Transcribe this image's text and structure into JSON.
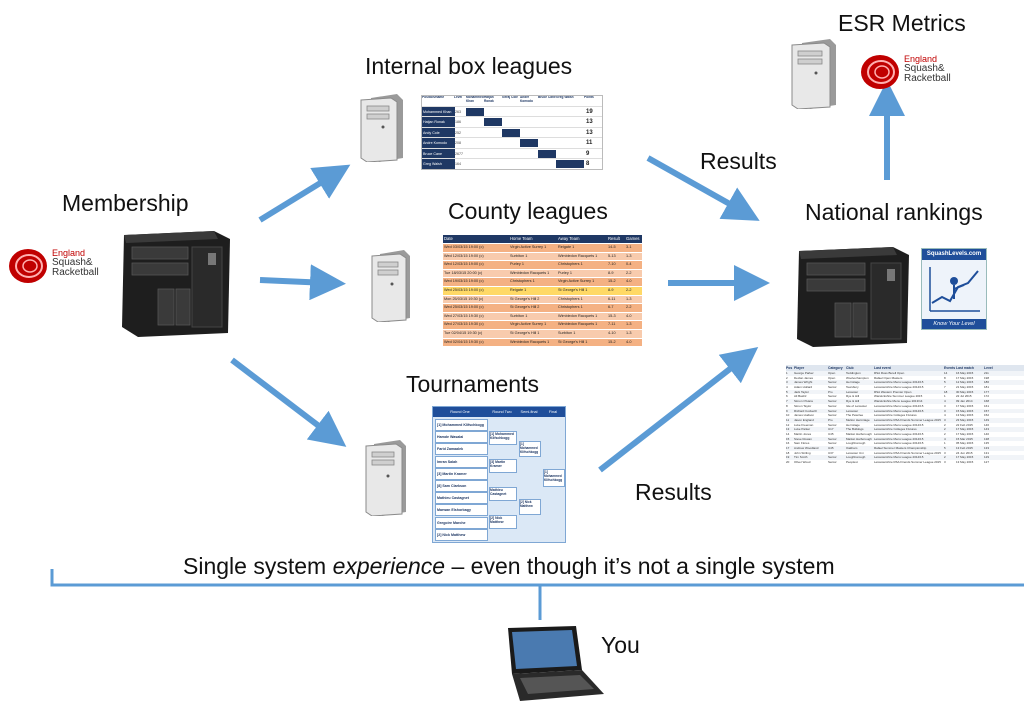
{
  "labels": {
    "esr_metrics": "ESR Metrics",
    "internal_box_leagues": "Internal box leagues",
    "county_leagues": "County leagues",
    "membership": "Membership",
    "national_rankings": "National rankings",
    "tournaments": "Tournaments",
    "results_top": "Results",
    "results_bottom": "Results",
    "you": "You"
  },
  "caption": {
    "before": "Single system ",
    "emphasis": "experience",
    "after": " – even though it’s not a single system"
  },
  "logos": {
    "esr_line1": "England",
    "esr_line2": "Squash&",
    "esr_line3": "Racketball",
    "squashlevels_title": "SquashLevels.com",
    "squashlevels_tagline": "Know Your Level"
  },
  "county_table": {
    "headers": [
      "Date",
      "Home Team",
      "Away Team",
      "Result",
      "Games"
    ],
    "rows": [
      [
        "Wed 03/03/15 19:00 (c)",
        "Virgin Active Surrey 1",
        "Reigate 1",
        "14-5",
        "3-1"
      ],
      [
        "Wed 12/03/15 19:00 (c)",
        "Surbiton 1",
        "Wimbledon Racquets 1",
        "5-13",
        "1-3"
      ],
      [
        "Wed 12/03/15 19:00 (c)",
        "Purley 1",
        "Christophers 1",
        "7-10",
        "0-4"
      ],
      [
        "Tue 18/03/15 20:00 (c)",
        "Wimbledon Racquets 1",
        "Purley 1",
        "8-9",
        "2-2"
      ],
      [
        "Wed 19/03/15 19:00 (c)",
        "Christophers 1",
        "Virgin Active Surrey 1",
        "15-2",
        "4-0"
      ],
      [
        "Wed 25/03/15 19:00 (c)",
        "Reigate 1",
        "St George's Hill 1",
        "8-9",
        "2-2"
      ],
      [
        "Mon 25/03/15 19:30 (c)",
        "St George's Hill 2",
        "Christophers 1",
        "6-11",
        "1-3"
      ],
      [
        "Wed 25/03/15 19:00 (c)",
        "St George's Hill 2",
        "Christophers 1",
        "6-7",
        "2-2"
      ],
      [
        "Wed 27/03/15 19:30 (c)",
        "Surbiton 1",
        "Wimbledon Racquets 1",
        "15-3",
        "4-0"
      ],
      [
        "Wed 27/03/15 19:30 (c)",
        "Virgin Active Surrey 1",
        "Wimbledon Racquets 1",
        "7-11",
        "1-3"
      ],
      [
        "Tue 02/04/15 19:30 (c)",
        "St George's Hill 1",
        "Surbiton 1",
        "4-10",
        "1-3"
      ],
      [
        "Wed 02/04/15 19:30 (c)",
        "Wimbledon Racquets 1",
        "St George's Hill 1",
        "15-2",
        "4-0"
      ],
      [
        "Wed 03/04/15 19:30 (c)",
        "Reigate 1",
        "Purley 1",
        "4-14",
        "1-3"
      ]
    ]
  },
  "box_table": {
    "headers": [
      "Position/Name",
      "Level",
      "Mohammed Khan",
      "Hatjan Ronak",
      "Geraj Cole",
      "Andre Komodo",
      "Bruce Cane",
      "Greg Walsh",
      "Points"
    ],
    "rows": [
      [
        "Mohammed Khan",
        "263",
        "19"
      ],
      [
        "Hatjan Ronak",
        "186",
        "13"
      ],
      [
        "Andy Cole",
        "252",
        "13"
      ],
      [
        "Andre Komodo",
        "208",
        "11"
      ],
      [
        "Bruce Cane",
        "2677",
        "9"
      ],
      [
        "Greg Walsh",
        "164",
        "8"
      ]
    ]
  },
  "rankings_table": {
    "headers": [
      "Pos",
      "Player",
      "Category",
      "Club",
      "Last event",
      "Events",
      "Last match",
      "Level"
    ],
    "rows": [
      [
        "1",
        "George Parker",
        "Open",
        "Teddington",
        "RSA Ross Burell Open",
        "14",
        "16 May 2015",
        "211"
      ],
      [
        "2",
        "Declan James",
        "Open",
        "Woolverhampton",
        "Rafael Open Masters",
        "8",
        "17 May 2015",
        "198"
      ],
      [
        "3",
        "James Wright",
        "Senior",
        "Hermitage",
        "Leicestershire Mens League 2014/15",
        "5",
        "12 May 2015",
        "186"
      ],
      [
        "4",
        "Adam Hollard",
        "Senior",
        "Tewsbury",
        "Leicestershire Mens League 2014/15",
        "7",
        "21 May 2015",
        "181"
      ],
      [
        "5",
        "Jack Taylor",
        "Pro",
        "Leicester",
        "RSA Western Premier Open",
        "18",
        "30 May 2015",
        "177"
      ],
      [
        "6",
        "Ali Bashir",
        "Senior",
        "Rye & Hill",
        "Warwickshire Summer League 2015",
        "1",
        "22 Jul 2015",
        "172"
      ],
      [
        "7",
        "Simon O'Hara",
        "Senior",
        "Rye & Hill",
        "Warwickshire Mens League 2013/14",
        "4",
        "09 Jan 2014",
        "168"
      ],
      [
        "8",
        "Simon Taylor",
        "Senior",
        "Isle of Leicester",
        "Leicestershire Mens League 2014/15",
        "3",
        "17 May 2015",
        "161"
      ],
      [
        "9",
        "Richard Cockerill",
        "Senior",
        "Leicester",
        "Leicestershire Mens League 2014/15",
        "3",
        "15 May 2015",
        "157"
      ],
      [
        "10",
        "James Hudson",
        "Senior",
        "The Peterlee",
        "Leicestershire Colleges Fixtures",
        "4",
        "13 May 2015",
        "152"
      ],
      [
        "11",
        "Jason England",
        "Pro",
        "Melton Hermitage",
        "Leicestershire RSA Friends Summer League 2015",
        "3",
        "23 May 2015",
        "149"
      ],
      [
        "12",
        "Luke Freeman",
        "Senior",
        "Hermitage",
        "Leicestershire Mens League 2014/15",
        "2",
        "22 Feb 2015",
        "146"
      ],
      [
        "13",
        "Luke Parker",
        "U17",
        "The Bulldogs",
        "Leicestershire Colleges Fixtures",
        "2",
        "17 May 2015",
        "143"
      ],
      [
        "14",
        "Martin Jones",
        "U45",
        "Market Harborough",
        "Leicestershire Mens League 2014/15",
        "2",
        "17 May 2015",
        "140"
      ],
      [
        "15",
        "Steve Rowan",
        "Senior",
        "Market Harborough",
        "Leicestershire Mens League 2014/15",
        "4",
        "15 Mar 2015",
        "138"
      ],
      [
        "16",
        "Sam Flores",
        "Senior",
        "Loughborough",
        "Leicestershire Mens League 2014/15",
        "1",
        "05 May 2015",
        "135"
      ],
      [
        "17",
        "Andrew Woodland",
        "U45",
        "Oakham",
        "Rafael Summer Masters Championship",
        "5",
        "13 Feb 2015",
        "133"
      ],
      [
        "18",
        "John Stirling",
        "U37",
        "Leicester Uni",
        "Leicestershire RSA Friends Summer League 2015",
        "3",
        "24 Jun 2015",
        "131"
      ],
      [
        "19",
        "Tim Smith",
        "Senior",
        "Loughborough",
        "Leicestershire Mens League 2014/15",
        "2",
        "17 May 2015",
        "129"
      ],
      [
        "20",
        "Oliver Wood",
        "Senior",
        "Peoplest",
        "Leicestershire RSA Friends Summer League 2015",
        "3",
        "13 May 2015",
        "127"
      ]
    ]
  },
  "draw_sheet": {
    "round_headers": [
      "Round One",
      "Round Two",
      "Semi-final",
      "Final"
    ],
    "entries": [
      "[1] Mohammed Klifschkogg",
      "Hamde Wasalai",
      "Farid Zamaalek",
      "Imran Salah",
      "[3] Martin Kramer",
      "[8] Sam Clarkson",
      "Mathieu Castagnet",
      "Marwan Elshorbagy",
      "Gregoire Marche",
      "[2] Nick Matthew"
    ],
    "winners": [
      "[1] Mohammed Klifschkogg",
      "[3] Martin Kramer",
      "Mathieu Castagnet",
      "[2] Nick Matthew"
    ],
    "finalists": [
      "[1] Mohammed Klifschkogg",
      "[2] Nick Matthew"
    ],
    "champion": "[1] Mohammed Klifschkogg"
  },
  "colors": {
    "arrow": "#5b9bd5",
    "bracket": "#5b9bd5",
    "table_header": "#1f3864",
    "county_row_a": "#f4b183",
    "county_row_b": "#f8cbad",
    "county_row_c": "#ffd966",
    "logo_red": "#c00000"
  }
}
